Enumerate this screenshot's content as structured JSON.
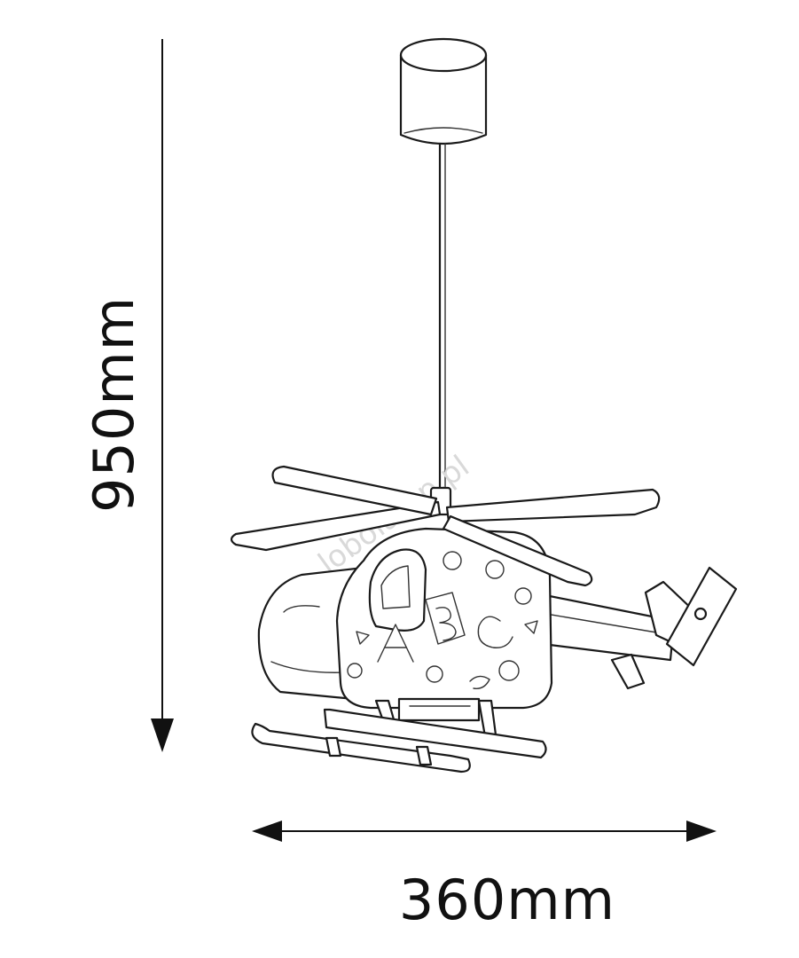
{
  "dimensions": {
    "height_label": "950mm",
    "width_label": "360mm"
  },
  "watermark": {
    "text": "lobolamp.pl"
  },
  "colors": {
    "ink": "#1a1a1a",
    "background": "#ffffff",
    "watermark": "#d9d9d9"
  }
}
